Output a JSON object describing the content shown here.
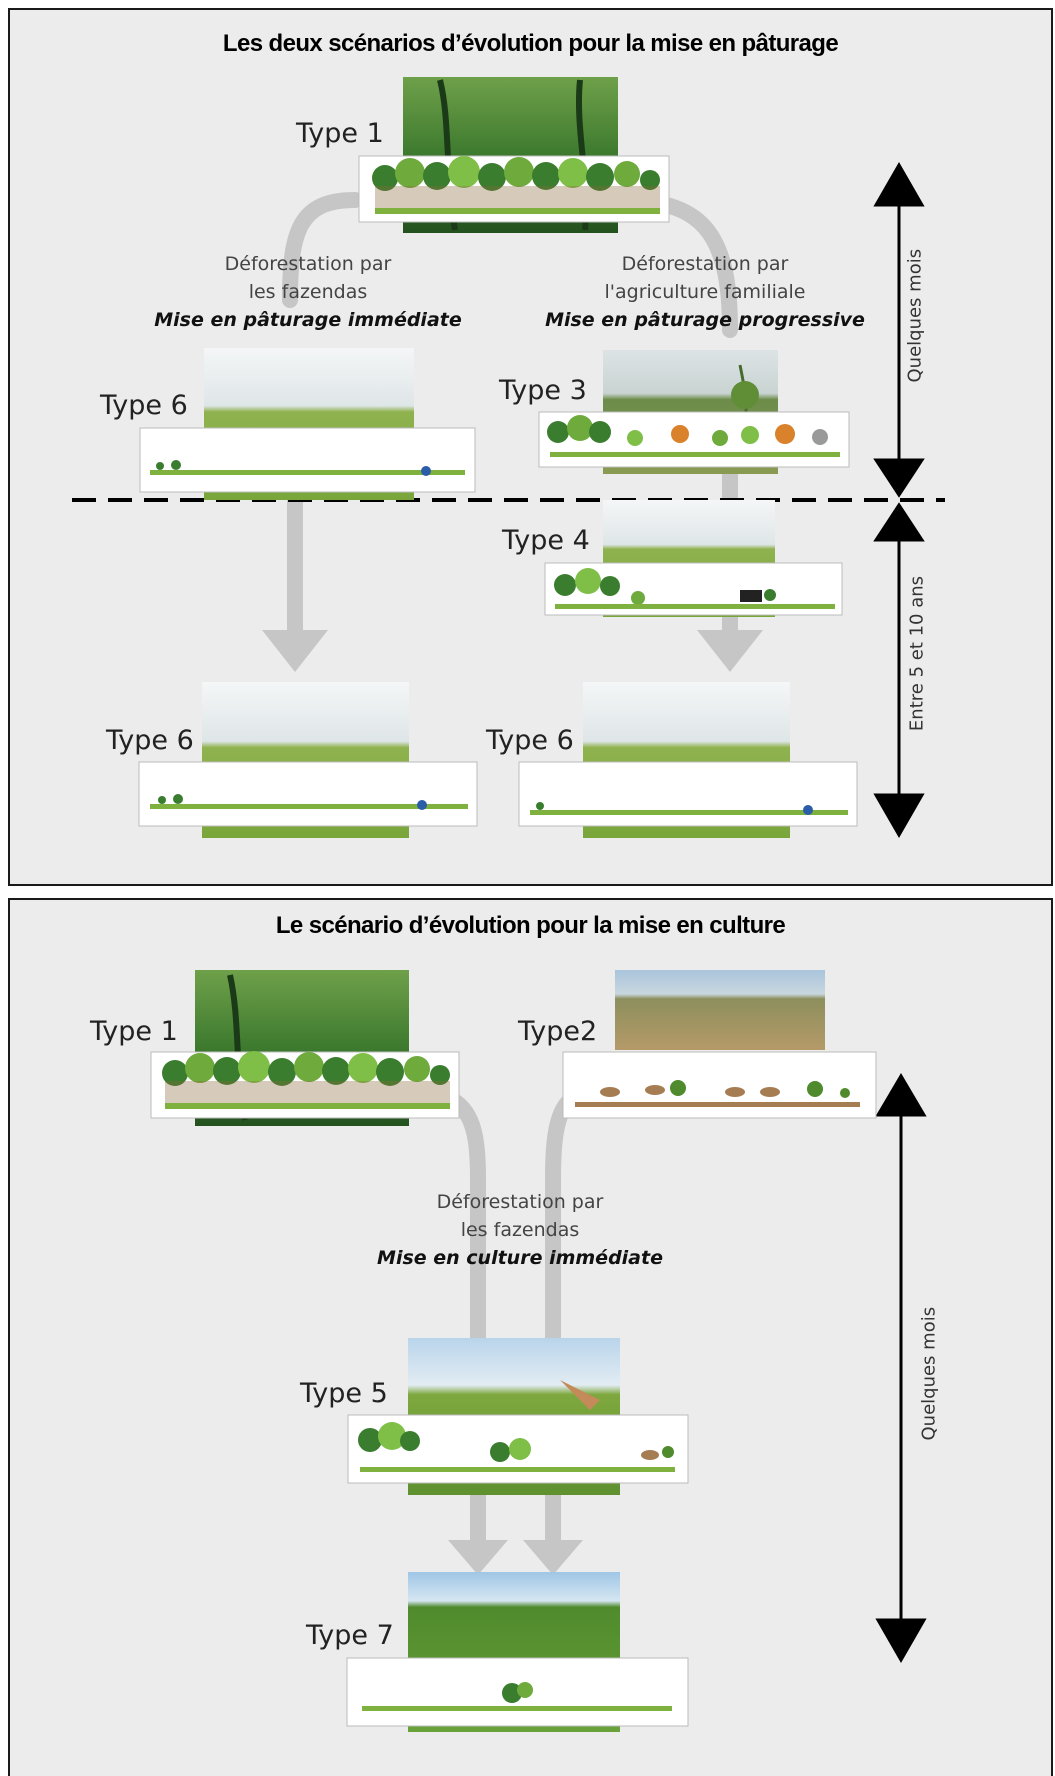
{
  "panel1": {
    "title": "Les deux scénarios d’évolution pour la mise en pâturage",
    "types": {
      "t1": "Type 1",
      "t6a": "Type 6",
      "t3": "Type 3",
      "t4": "Type 4",
      "t6b": "Type 6",
      "t6c": "Type 6"
    },
    "left_caption": {
      "line1": "Déforestation par",
      "line2": "les fazendas",
      "emphasis": "Mise en pâturage immédiate"
    },
    "right_caption": {
      "line1": "Déforestation par",
      "line2": "l'agriculture familiale",
      "emphasis": "Mise en pâturage progressive"
    },
    "timescale": {
      "upper": "Quelques mois",
      "lower": "Entre 5 et 10 ans"
    }
  },
  "panel2": {
    "title": "Le scénario d’évolution pour la mise en culture",
    "types": {
      "t1": "Type 1",
      "t2": "Type2",
      "t5": "Type 5",
      "t7": "Type 7"
    },
    "caption": {
      "line1": "Déforestation par",
      "line2": "les fazendas",
      "emphasis": "Mise en culture immédiate"
    },
    "timescale": {
      "label": "Quelques mois"
    }
  },
  "colors": {
    "panel_bg": "#ececec",
    "flow_arrow": "#c6c6c6",
    "axis": "#000000",
    "forest_dark": "#2f6d27",
    "forest_light": "#8ac34a",
    "pasture": "#7fb13e",
    "sky": "#e9eef2",
    "savanna": "#a67c52",
    "burnt_tree": "#d9822b"
  }
}
